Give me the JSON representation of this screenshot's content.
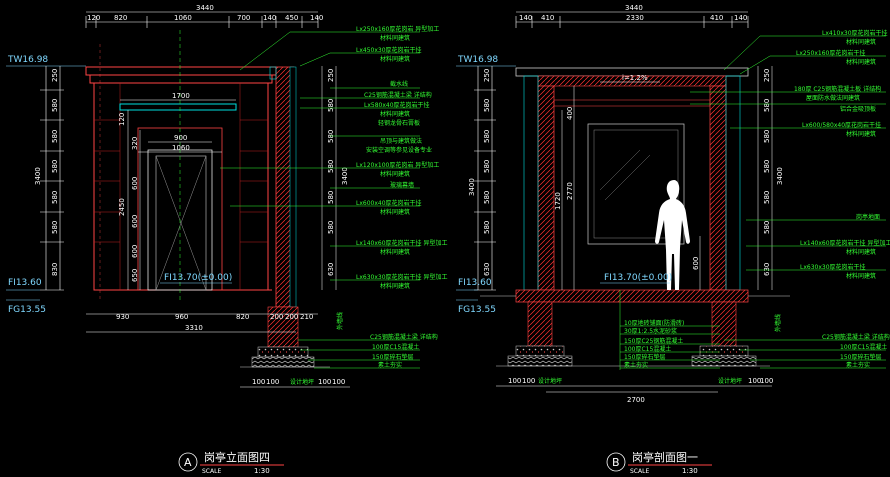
{
  "colors": {
    "background": "#000000",
    "leader": "#33ff33",
    "dim": "#ffffff",
    "outline": "#ff4444",
    "wall": "#ff2a2a",
    "structure": "#00e0e0",
    "level": "#7fd8ff",
    "fill": "#cccccc"
  },
  "left": {
    "overall": "3440",
    "top_dims": [
      "120",
      "820",
      "1060",
      "700",
      "140",
      "450",
      "140"
    ],
    "level_top": "TW16.98",
    "level_floor": "FI13.60",
    "level_ground": "FG13.55",
    "door_level": "FI13.70(±0.00)",
    "inner_dims": {
      "w1700": "1700",
      "w900": "900",
      "w1060": "1060",
      "h120": "120",
      "h2450": "2450",
      "h3400": "3400"
    },
    "left_stack": [
      "250",
      "580",
      "580",
      "580",
      "580",
      "580",
      "830"
    ],
    "door_stack": [
      "320",
      "600",
      "600",
      "600",
      "650"
    ],
    "bottom_dims": [
      "930",
      "960",
      "820",
      "200",
      "200",
      "210"
    ],
    "bottom_total": "3310",
    "foot_dims": [
      "100",
      "100",
      "100",
      "100"
    ],
    "right_stack": [
      "250",
      "580",
      "580",
      "580",
      "580",
      "580",
      "630",
      "3400"
    ],
    "base_label": "外墙线",
    "ground_label": "设计地坪",
    "notes": [
      "Lx250x160厚花岗岩 异型加工",
      "材料同建筑",
      "Lx450x30厚花岗岩干挂",
      "材料同建筑",
      "截水线",
      "C25钢筋混凝土梁 详结构",
      "Lx580x40厚花岗岩干挂",
      "材料同建筑",
      "轻钢龙骨石膏板",
      "吊顶与建筑做法",
      "安装空调等参见设备专业",
      "Lx120x100厚花岗岩 异型加工",
      "材料同建筑",
      "玻璃幕墙",
      "Lx600x40厚花岗岩干挂",
      "材料同建筑",
      "Lx140x60厚花岗岩干挂 异型加工",
      "材料同建筑",
      "Lx630x30厚花岗岩干挂 异型加工",
      "材料同建筑"
    ],
    "bottom_notes": [
      "C25钢筋混凝土梁 详结构",
      "100厚C15混凝土",
      "150厚碎石垫层",
      "素土夯实"
    ],
    "title": "岗亭立面图四",
    "scale": "1:30",
    "letter": "A",
    "scale_word": "SCALE"
  },
  "right": {
    "overall": "3440",
    "top_dims": [
      "140",
      "410",
      "2330",
      "410",
      "140"
    ],
    "level_top": "TW16.98",
    "level_floor": "FI13.60",
    "level_ground": "FG13.55",
    "door_level": "FI13.70(±0.00)",
    "slope": "i=1.2%",
    "inner_dims": [
      "400",
      "2770",
      "1720",
      "600",
      "3400"
    ],
    "left_stack": [
      "250",
      "580",
      "580",
      "580",
      "580",
      "580",
      "630"
    ],
    "right_stack": [
      "250",
      "580",
      "580",
      "580",
      "580",
      "580",
      "630",
      "3400"
    ],
    "bottom_total": "2700",
    "foot_dims": [
      "100",
      "100",
      "100",
      "100"
    ],
    "notes": [
      "Lx410x30厚花岗岩干挂",
      "材料同建筑",
      "Lx250x160厚花岗岩干挂",
      "材料同建筑",
      "180厚 C25钢筋混凝土板 详结构",
      "屋面防水做法同建筑",
      "铝合金吸顶板",
      "Lx600/580x40厚花岗岩干挂",
      "材料同建筑",
      "岗亭地面",
      "Lx140x60厚花岗岩干挂 异型加工",
      "材料同建筑",
      "Lx630x30厚花岗岩干挂",
      "材料同建筑"
    ],
    "floor_notes": [
      "10厚地砖铺面(防滑砖)",
      "30厚1:2.5水泥砂浆",
      "150厚C25钢筋混凝土",
      "100厚C15混凝土",
      "150厚碎石垫层",
      "素土夯实"
    ],
    "bottom_notes": [
      "C25钢筋混凝土梁 详结构",
      "100厚C15混凝土",
      "150厚碎石垫层",
      "素土夯实"
    ],
    "base_label": "外墙线",
    "ground_label": "设计地坪",
    "title": "岗亭剖面图一",
    "scale": "1:30",
    "letter": "B",
    "scale_word": "SCALE"
  }
}
